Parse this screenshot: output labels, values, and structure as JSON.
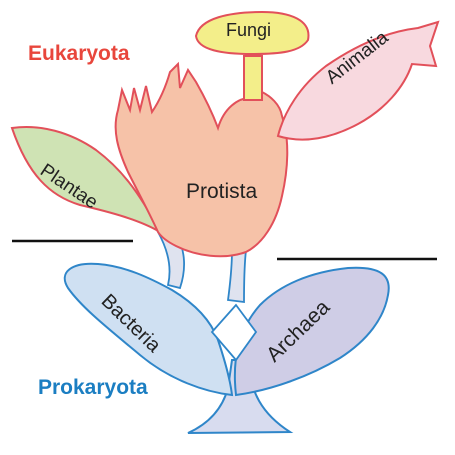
{
  "domains": {
    "eukaryota": {
      "label": "Eukaryota",
      "color": "#e8463c"
    },
    "prokaryota": {
      "label": "Prokaryota",
      "color": "#1b7ec2"
    }
  },
  "groups": {
    "fungi": "Fungi",
    "animalia": "Animalia",
    "plantae": "Plantae",
    "protista": "Protista",
    "bacteria": "Bacteria",
    "archaea": "Archaea"
  },
  "colors": {
    "fungi_fill": "#f3ee8a",
    "animalia_fill": "#f8d9df",
    "plantae_fill": "#cfe3b4",
    "protista_fill": "#f6c2a8",
    "bacteria_fill": "#cfe0f2",
    "archaea_fill": "#cfcde6",
    "eukaryote_outline": "#e2505a",
    "prokaryote_outline": "#2f86c9"
  }
}
